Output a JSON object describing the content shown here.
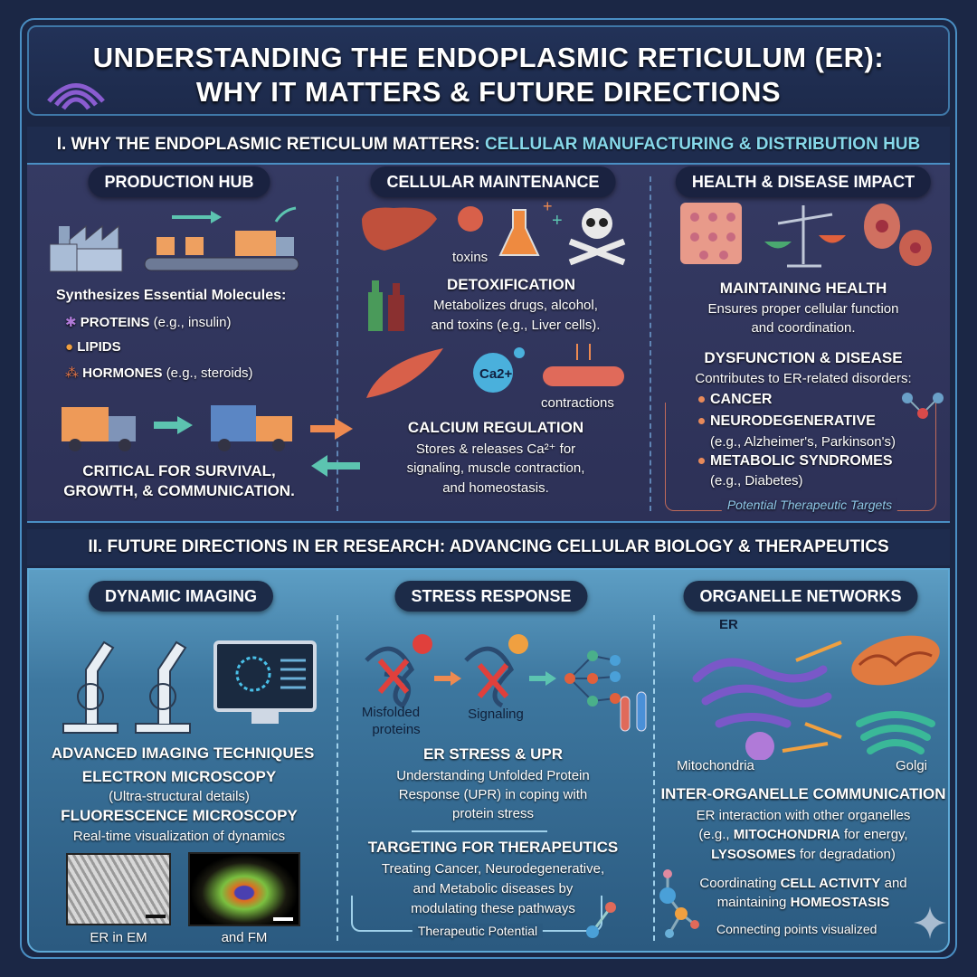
{
  "title": {
    "line1": "UNDERSTANDING THE ENDOPLASMIC RETICULUM (ER):",
    "line2": "WHY IT MATTERS & FUTURE DIRECTIONS"
  },
  "section1": {
    "heading_prefix": "I. WHY THE ENDOPLASMIC RETICULUM MATTERS:",
    "heading_highlight": "CELLULAR MANUFACTURING & DISTRIBUTION HUB",
    "production_hub": {
      "title": "PRODUCTION HUB",
      "intro": "Synthesizes Essential Molecules:",
      "items": [
        {
          "bold": "PROTEINS",
          "rest": "(e.g., insulin)",
          "icon": "molecule-icon"
        },
        {
          "bold": "LIPIDS",
          "rest": "",
          "icon": "droplet-icon"
        },
        {
          "bold": "HORMONES",
          "rest": "(e.g., steroids)",
          "icon": "molecule-icon"
        }
      ],
      "footer_line1": "CRITICAL FOR SURVIVAL,",
      "footer_line2": "GROWTH, & COMMUNICATION."
    },
    "cellular_maintenance": {
      "title": "CELLULAR MAINTENANCE",
      "toxins_label": "toxins",
      "detox_title": "DETOXIFICATION",
      "detox_line1": "Metabolizes drugs, alcohol,",
      "detox_line2": "and toxins (e.g., Liver cells).",
      "ca_label": "Ca2+",
      "contractions_label": "contractions",
      "calcium_title": "CALCIUM REGULATION",
      "calcium_line1": "Stores & releases Ca²⁺ for",
      "calcium_line2": "signaling, muscle contraction,",
      "calcium_line3": "and homeostasis."
    },
    "health_disease": {
      "title": "HEALTH & DISEASE IMPACT",
      "health_title": "MAINTAINING HEALTH",
      "health_line1": "Ensures proper cellular function",
      "health_line2": "and coordination.",
      "disease_title": "DYSFUNCTION & DISEASE",
      "disease_intro": "Contributes to ER-related disorders:",
      "disorders": [
        {
          "name": "CANCER",
          "example": ""
        },
        {
          "name": "NEURODEGENERATIVE",
          "example": "(e.g., Alzheimer's, Parkinson's)"
        },
        {
          "name": "METABOLIC SYNDROMES",
          "example": "(e.g., Diabetes)"
        }
      ],
      "footer": "Potential Therapeutic Targets"
    }
  },
  "section2": {
    "heading": "II. FUTURE DIRECTIONS IN ER RESEARCH: ADVANCING CELLULAR BIOLOGY & THERAPEUTICS",
    "dynamic_imaging": {
      "title": "DYNAMIC IMAGING",
      "heading": "ADVANCED IMAGING TECHNIQUES",
      "em_title": "ELECTRON MICROSCOPY",
      "em_desc": "(Ultra-structural details)",
      "fm_title": "FLUORESCENCE MICROSCOPY",
      "fm_desc": "Real-time visualization of dynamics",
      "caption_em": "ER in EM",
      "caption_fm": "and FM"
    },
    "stress_response": {
      "title": "STRESS RESPONSE",
      "misfolded_line1": "Misfolded",
      "misfolded_line2": "proteins",
      "signaling_label": "Signaling",
      "upr_title": "ER STRESS & UPR",
      "upr_line1": "Understanding Unfolded Protein",
      "upr_line2": "Response (UPR) in coping with",
      "upr_line3": "protein stress",
      "ther_title": "TARGETING FOR THERAPEUTICS",
      "ther_line1": "Treating Cancer, Neurodegenerative,",
      "ther_line2": "and Metabolic diseases by",
      "ther_line3": "modulating these pathways",
      "footer": "Therapeutic Potential"
    },
    "organelle_networks": {
      "title": "ORGANELLE NETWORKS",
      "er_label": "ER",
      "mito_label": "Mitochondria",
      "golgi_label": "Golgi",
      "comm_title": "INTER-ORGANELLE COMMUNICATION",
      "comm_line1": "ER interaction with other organelles",
      "comm_line2_pre": "(e.g., ",
      "comm_line2_bold": "MITOCHONDRIA",
      "comm_line2_post": " for energy,",
      "comm_line3_bold": "LYSOSOMES",
      "comm_line3_post": " for degradation)",
      "coord_pre": "Coordinating ",
      "coord_bold1": "CELL ACTIVITY",
      "coord_mid": " and",
      "coord_line2_pre": "maintaining ",
      "coord_bold2": "HOMEOSTASIS",
      "footer": "Connecting points visualized"
    }
  },
  "colors": {
    "background": "#1b2745",
    "accent_cyan": "#86d8ea",
    "accent_orange": "#e88a5a",
    "teal_arrow": "#5cc4b0"
  }
}
